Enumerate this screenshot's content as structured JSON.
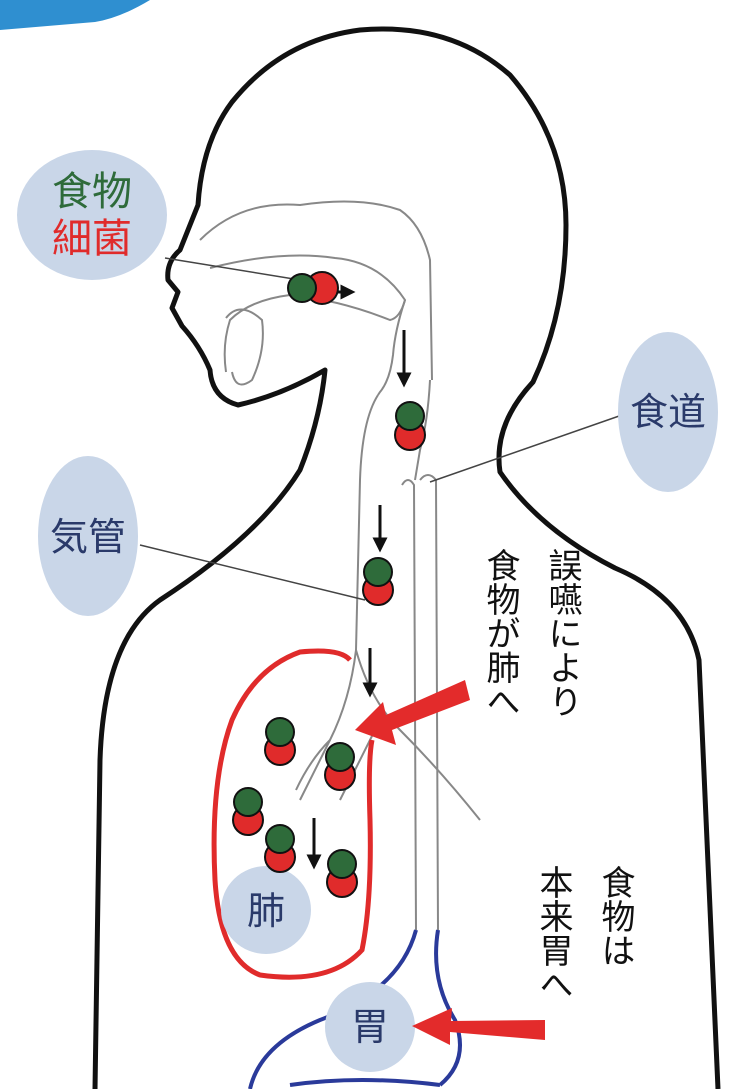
{
  "labels": {
    "food": "食物",
    "bacteria": "細菌",
    "esophagus": "食道",
    "trachea": "気管",
    "lung": "肺",
    "stomach": "胃",
    "aspiration": [
      "誤嚥により",
      "食物が肺へ"
    ],
    "normal": [
      "食物は",
      "本来胃へ"
    ]
  },
  "colors": {
    "food_green": "#2e6b3a",
    "bacteria_red": "#e02b2b",
    "bubble": "#c9d6e8",
    "label_text": "#2a3a6a",
    "lung_outline": "#e02b2b",
    "stomach_outline": "#2a3a9a",
    "arrow_red": "#e32b2b",
    "corner_tab": "#2f8fd0"
  }
}
